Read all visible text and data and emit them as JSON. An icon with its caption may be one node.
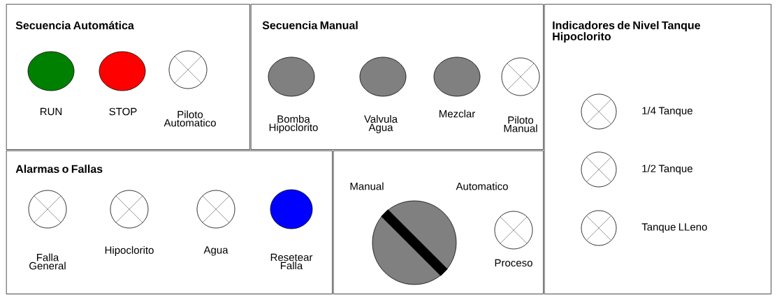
{
  "diagram": {
    "nodes": [
      {
        "text": [
          "Secuencia Automática"
        ]
      },
      {
        "text": [],
        "shape": "circle",
        "in": 0,
        "beside": [
          "RUN"
        ]
      },
      {
        "text": [],
        "shape": "circle",
        "in": 0,
        "beside": [
          "STOP"
        ]
      },
      {
        "text": [],
        "shape": "lamp",
        "in": 0,
        "beside": [
          "Piloto Automatico"
        ]
      },
      {
        "text": [
          "Secuencia Manual"
        ]
      },
      {
        "text": [],
        "shape": "circle",
        "in": 4,
        "beside": [
          "Bomba Hipoclorito"
        ]
      },
      {
        "text": [],
        "shape": "circle",
        "in": 4,
        "beside": [
          "Valvula Agua"
        ]
      },
      {
        "text": [],
        "shape": "circle",
        "in": 4,
        "beside": [
          "Mezclar"
        ]
      },
      {
        "text": [],
        "shape": "lamp",
        "in": 4,
        "beside": [
          "Piloto Manual"
        ]
      },
      {
        "text": [
          "Indicadores de Nivel Tanque Hipoclorito"
        ]
      },
      {
        "text": [],
        "shape": "lamp",
        "in": 9,
        "beside": [
          "1/4 Tanque"
        ]
      },
      {
        "text": [],
        "shape": "lamp",
        "in": 9,
        "beside": [
          "1/2 Tanque"
        ]
      },
      {
        "text": [],
        "shape": "lamp",
        "in": 9,
        "beside": [
          "Tanque LLeno"
        ]
      },
      {
        "text": [
          "Alarmas o Fallas"
        ]
      },
      {
        "text": [],
        "shape": "lamp",
        "in": 13,
        "beside": [
          "Falla General"
        ]
      },
      {
        "text": [],
        "shape": "lamp",
        "in": 13,
        "beside": [
          "Hipoclorito"
        ]
      },
      {
        "text": [],
        "shape": "lamp",
        "in": 13,
        "beside": [
          "Agua"
        ]
      },
      {
        "text": [],
        "shape": "circle",
        "in": 13,
        "beside": [
          "Resetear Falla"
        ]
      },
      {
        "text": [],
        "shape": "box"
      },
      {
        "text": [],
        "shape": "knob",
        "in": 18,
        "beside": [
          "Manual",
          "Automatico"
        ]
      },
      {
        "text": [],
        "shape": "lamp",
        "in": 18,
        "beside": [
          "Proceso"
        ]
      }
    ]
  }
}
